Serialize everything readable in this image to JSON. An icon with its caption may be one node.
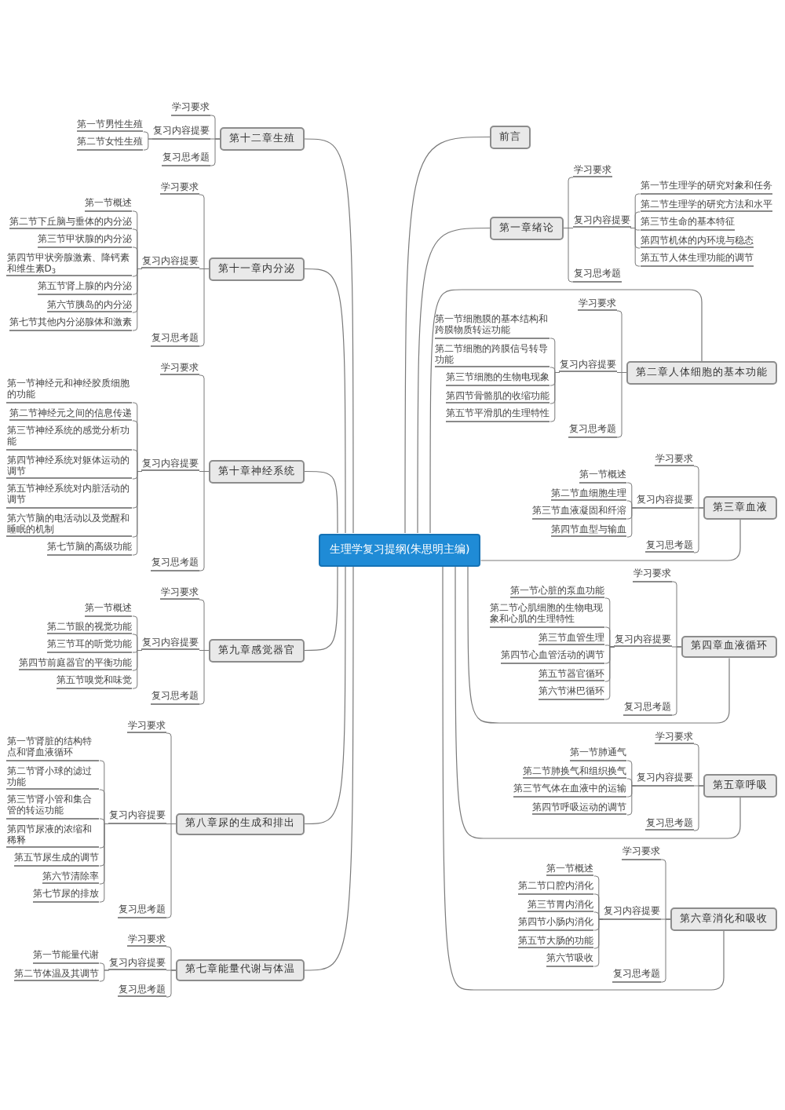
{
  "diagram": {
    "nodes": [
      {
        "text": [
          "生理学复习提纲(朱思明主编)"
        ]
      },
      {
        "text": [
          "前言"
        ]
      },
      {
        "text": [
          "第一章绪论"
        ]
      },
      {
        "text": [
          "学习要求"
        ]
      },
      {
        "text": [
          "复习内容提要"
        ]
      },
      {
        "text": [
          "第一节生理学的研究对象和任务"
        ]
      },
      {
        "text": [
          "第二节生理学的研究方法和水平"
        ]
      },
      {
        "text": [
          "第三节生命的基本特征"
        ]
      },
      {
        "text": [
          "第四节机体的内环境与稳态"
        ]
      },
      {
        "text": [
          "第五节人体生理功能的调节"
        ]
      },
      {
        "text": [
          "复习思考题"
        ]
      },
      {
        "text": [
          "第二章人体细胞的基本功能"
        ]
      },
      {
        "text": [
          "学习要求"
        ]
      },
      {
        "text": [
          "复习内容提要"
        ]
      },
      {
        "text": [
          "第一节细胞膜的基本结构和跨膜物质转运功能"
        ]
      },
      {
        "text": [
          "第二节细胞的跨膜信号转导功能"
        ]
      },
      {
        "text": [
          "第三节细胞的生物电现象"
        ]
      },
      {
        "text": [
          "第四节骨骼肌的收缩功能"
        ]
      },
      {
        "text": [
          "第五节平滑肌的生理特性"
        ]
      },
      {
        "text": [
          "复习思考题"
        ]
      },
      {
        "text": [
          "第三章血液"
        ]
      },
      {
        "text": [
          "学习要求"
        ]
      },
      {
        "text": [
          "复习内容提要"
        ]
      },
      {
        "text": [
          "第一节概述"
        ]
      },
      {
        "text": [
          "第二节血细胞生理"
        ]
      },
      {
        "text": [
          "第三节血液凝固和纤溶"
        ]
      },
      {
        "text": [
          "第四节血型与输血"
        ]
      },
      {
        "text": [
          "复习思考题"
        ]
      },
      {
        "text": [
          "第四章血液循环"
        ]
      },
      {
        "text": [
          "学习要求"
        ]
      },
      {
        "text": [
          "复习内容提要"
        ]
      },
      {
        "text": [
          "第一节心脏的泵血功能"
        ]
      },
      {
        "text": [
          "第二节心肌细胞的生物电现象和心肌的生理特性"
        ]
      },
      {
        "text": [
          "第三节血管生理"
        ]
      },
      {
        "text": [
          "第四节心血管活动的调节"
        ]
      },
      {
        "text": [
          "第五节器官循环"
        ]
      },
      {
        "text": [
          "第六节淋巴循环"
        ]
      },
      {
        "text": [
          "复习思考题"
        ]
      },
      {
        "text": [
          "第五章呼吸"
        ]
      },
      {
        "text": [
          "学习要求"
        ]
      },
      {
        "text": [
          "复习内容提要"
        ]
      },
      {
        "text": [
          "第一节肺通气"
        ]
      },
      {
        "text": [
          "第二节肺换气和组织换气"
        ]
      },
      {
        "text": [
          "第三节气体在血液中的运输"
        ]
      },
      {
        "text": [
          "第四节呼吸运动的调节"
        ]
      },
      {
        "text": [
          "复习思考题"
        ]
      },
      {
        "text": [
          "第六章消化和吸收"
        ]
      },
      {
        "text": [
          "学习要求"
        ]
      },
      {
        "text": [
          "复习内容提要"
        ]
      },
      {
        "text": [
          "第一节概述"
        ]
      },
      {
        "text": [
          "第二节口腔内消化"
        ]
      },
      {
        "text": [
          "第三节胃内消化"
        ]
      },
      {
        "text": [
          "第四节小肠内消化"
        ]
      },
      {
        "text": [
          "第五节大肠的功能"
        ]
      },
      {
        "text": [
          "第六节吸收"
        ]
      },
      {
        "text": [
          "复习思考题"
        ]
      },
      {
        "text": [
          "第七章能量代谢与体温"
        ]
      },
      {
        "text": [
          "学习要求"
        ]
      },
      {
        "text": [
          "复习内容提要"
        ]
      },
      {
        "text": [
          "第一节能量代谢"
        ]
      },
      {
        "text": [
          "第二节体温及其调节"
        ]
      },
      {
        "text": [
          "复习思考题"
        ]
      },
      {
        "text": [
          "第八章尿的生成和排出"
        ]
      },
      {
        "text": [
          "学习要求"
        ]
      },
      {
        "text": [
          "复习内容提要"
        ]
      },
      {
        "text": [
          "第一节肾脏的结构特点和肾血液循环"
        ]
      },
      {
        "text": [
          "第二节肾小球的滤过功能"
        ]
      },
      {
        "text": [
          "第三节肾小管和集合管的转运功能"
        ]
      },
      {
        "text": [
          "第四节尿液的浓缩和稀释"
        ]
      },
      {
        "text": [
          "第五节尿生成的调节"
        ]
      },
      {
        "text": [
          "第六节清除率"
        ]
      },
      {
        "text": [
          "第七节尿的排放"
        ]
      },
      {
        "text": [
          "复习思考题"
        ]
      },
      {
        "text": [
          "第九章感觉器官"
        ]
      },
      {
        "text": [
          "学习要求"
        ]
      },
      {
        "text": [
          "复习内容提要"
        ]
      },
      {
        "text": [
          "第一节概述"
        ]
      },
      {
        "text": [
          "第二节眼的视觉功能"
        ]
      },
      {
        "text": [
          "第三节耳的听觉功能"
        ]
      },
      {
        "text": [
          "第四节前庭器官的平衡功能"
        ]
      },
      {
        "text": [
          "第五节嗅觉和味觉"
        ]
      },
      {
        "text": [
          "复习思考题"
        ]
      },
      {
        "text": [
          "第十章神经系统"
        ]
      },
      {
        "text": [
          "学习要求"
        ]
      },
      {
        "text": [
          "复习内容提要"
        ]
      },
      {
        "text": [
          "第一节神经元和神经胶质细胞的功能"
        ]
      },
      {
        "text": [
          "第二节神经元之间的信息传递"
        ]
      },
      {
        "text": [
          "第三节神经系统的感觉分析功能"
        ]
      },
      {
        "text": [
          "第四节神经系统对躯体运动的调节"
        ]
      },
      {
        "text": [
          "第五节神经系统对内脏活动的调节"
        ]
      },
      {
        "text": [
          "第六节脑的电活动以及觉醒和睡眠的机制"
        ]
      },
      {
        "text": [
          "第七节脑的高级功能"
        ]
      },
      {
        "text": [
          "复习思考题"
        ]
      },
      {
        "text": [
          "第十一章内分泌"
        ]
      },
      {
        "text": [
          "学习要求"
        ]
      },
      {
        "text": [
          "复习内容提要"
        ]
      },
      {
        "text": [
          "第一节概述"
        ]
      },
      {
        "text": [
          "第二节下丘脑与垂体的内分泌"
        ]
      },
      {
        "text": [
          "第三节甲状腺的内分泌"
        ]
      },
      {
        "text": [
          "第四节甲状旁腺激素、降钙素和维生素D$_{3}$"
        ]
      },
      {
        "text": [
          "第五节肾上腺的内分泌"
        ]
      },
      {
        "text": [
          "第六节胰岛的内分泌"
        ]
      },
      {
        "text": [
          "第七节其他内分泌腺体和激素"
        ]
      },
      {
        "text": [
          "复习思考题"
        ]
      },
      {
        "text": [
          "第十二章生殖"
        ]
      },
      {
        "text": [
          "学习要求"
        ]
      },
      {
        "text": [
          "复习内容提要"
        ]
      },
      {
        "text": [
          "第一节男性生殖"
        ]
      },
      {
        "text": [
          "第二节女性生殖"
        ]
      },
      {
        "text": [
          "复习思考题"
        ]
      }
    ],
    "edges": [
      {
        "from": 0,
        "to": 1,
        "arrow": "none"
      },
      {
        "from": 0,
        "to": 2,
        "arrow": "none"
      },
      {
        "from": 2,
        "to": 3,
        "arrow": "none"
      },
      {
        "from": 2,
        "to": 4,
        "arrow": "none"
      },
      {
        "from": 4,
        "to": 5,
        "arrow": "none"
      },
      {
        "from": 4,
        "to": 6,
        "arrow": "none"
      },
      {
        "from": 4,
        "to": 7,
        "arrow": "none"
      },
      {
        "from": 4,
        "to": 8,
        "arrow": "none"
      },
      {
        "from": 4,
        "to": 9,
        "arrow": "none"
      },
      {
        "from": 2,
        "to": 10,
        "arrow": "none"
      },
      {
        "from": 0,
        "to": 11,
        "arrow": "none"
      },
      {
        "from": 11,
        "to": 12,
        "arrow": "none"
      },
      {
        "from": 11,
        "to": 13,
        "arrow": "none"
      },
      {
        "from": 13,
        "to": 14,
        "arrow": "none"
      },
      {
        "from": 13,
        "to": 15,
        "arrow": "none"
      },
      {
        "from": 13,
        "to": 16,
        "arrow": "none"
      },
      {
        "from": 13,
        "to": 17,
        "arrow": "none"
      },
      {
        "from": 13,
        "to": 18,
        "arrow": "none"
      },
      {
        "from": 11,
        "to": 19,
        "arrow": "none"
      },
      {
        "from": 0,
        "to": 20,
        "arrow": "none"
      },
      {
        "from": 20,
        "to": 21,
        "arrow": "none"
      },
      {
        "from": 20,
        "to": 22,
        "arrow": "none"
      },
      {
        "from": 22,
        "to": 23,
        "arrow": "none"
      },
      {
        "from": 22,
        "to": 24,
        "arrow": "none"
      },
      {
        "from": 22,
        "to": 25,
        "arrow": "none"
      },
      {
        "from": 22,
        "to": 26,
        "arrow": "none"
      },
      {
        "from": 20,
        "to": 27,
        "arrow": "none"
      },
      {
        "from": 0,
        "to": 28,
        "arrow": "none"
      },
      {
        "from": 28,
        "to": 29,
        "arrow": "none"
      },
      {
        "from": 28,
        "to": 30,
        "arrow": "none"
      },
      {
        "from": 30,
        "to": 31,
        "arrow": "none"
      },
      {
        "from": 30,
        "to": 32,
        "arrow": "none"
      },
      {
        "from": 30,
        "to": 33,
        "arrow": "none"
      },
      {
        "from": 30,
        "to": 34,
        "arrow": "none"
      },
      {
        "from": 30,
        "to": 35,
        "arrow": "none"
      },
      {
        "from": 30,
        "to": 36,
        "arrow": "none"
      },
      {
        "from": 28,
        "to": 37,
        "arrow": "none"
      },
      {
        "from": 0,
        "to": 38,
        "arrow": "none"
      },
      {
        "from": 38,
        "to": 39,
        "arrow": "none"
      },
      {
        "from": 38,
        "to": 40,
        "arrow": "none"
      },
      {
        "from": 40,
        "to": 41,
        "arrow": "none"
      },
      {
        "from": 40,
        "to": 42,
        "arrow": "none"
      },
      {
        "from": 40,
        "to": 43,
        "arrow": "none"
      },
      {
        "from": 40,
        "to": 44,
        "arrow": "none"
      },
      {
        "from": 38,
        "to": 45,
        "arrow": "none"
      },
      {
        "from": 0,
        "to": 46,
        "arrow": "none"
      },
      {
        "from": 46,
        "to": 47,
        "arrow": "none"
      },
      {
        "from": 46,
        "to": 48,
        "arrow": "none"
      },
      {
        "from": 48,
        "to": 49,
        "arrow": "none"
      },
      {
        "from": 48,
        "to": 50,
        "arrow": "none"
      },
      {
        "from": 48,
        "to": 51,
        "arrow": "none"
      },
      {
        "from": 48,
        "to": 52,
        "arrow": "none"
      },
      {
        "from": 48,
        "to": 53,
        "arrow": "none"
      },
      {
        "from": 48,
        "to": 54,
        "arrow": "none"
      },
      {
        "from": 46,
        "to": 55,
        "arrow": "none"
      },
      {
        "from": 0,
        "to": 56,
        "arrow": "none"
      },
      {
        "from": 56,
        "to": 57,
        "arrow": "none"
      },
      {
        "from": 56,
        "to": 58,
        "arrow": "none"
      },
      {
        "from": 58,
        "to": 59,
        "arrow": "none"
      },
      {
        "from": 58,
        "to": 60,
        "arrow": "none"
      },
      {
        "from": 56,
        "to": 61,
        "arrow": "none"
      },
      {
        "from": 0,
        "to": 62,
        "arrow": "none"
      },
      {
        "from": 62,
        "to": 63,
        "arrow": "none"
      },
      {
        "from": 62,
        "to": 64,
        "arrow": "none"
      },
      {
        "from": 64,
        "to": 65,
        "arrow": "none"
      },
      {
        "from": 64,
        "to": 66,
        "arrow": "none"
      },
      {
        "from": 64,
        "to": 67,
        "arrow": "none"
      },
      {
        "from": 64,
        "to": 68,
        "arrow": "none"
      },
      {
        "from": 64,
        "to": 69,
        "arrow": "none"
      },
      {
        "from": 64,
        "to": 70,
        "arrow": "none"
      },
      {
        "from": 64,
        "to": 71,
        "arrow": "none"
      },
      {
        "from": 62,
        "to": 72,
        "arrow": "none"
      },
      {
        "from": 0,
        "to": 73,
        "arrow": "none"
      },
      {
        "from": 73,
        "to": 74,
        "arrow": "none"
      },
      {
        "from": 73,
        "to": 75,
        "arrow": "none"
      },
      {
        "from": 75,
        "to": 76,
        "arrow": "none"
      },
      {
        "from": 75,
        "to": 77,
        "arrow": "none"
      },
      {
        "from": 75,
        "to": 78,
        "arrow": "none"
      },
      {
        "from": 75,
        "to": 79,
        "arrow": "none"
      },
      {
        "from": 75,
        "to": 80,
        "arrow": "none"
      },
      {
        "from": 73,
        "to": 81,
        "arrow": "none"
      },
      {
        "from": 0,
        "to": 82,
        "arrow": "none"
      },
      {
        "from": 82,
        "to": 83,
        "arrow": "none"
      },
      {
        "from": 82,
        "to": 84,
        "arrow": "none"
      },
      {
        "from": 84,
        "to": 85,
        "arrow": "none"
      },
      {
        "from": 84,
        "to": 86,
        "arrow": "none"
      },
      {
        "from": 84,
        "to": 87,
        "arrow": "none"
      },
      {
        "from": 84,
        "to": 88,
        "arrow": "none"
      },
      {
        "from": 84,
        "to": 89,
        "arrow": "none"
      },
      {
        "from": 84,
        "to": 90,
        "arrow": "none"
      },
      {
        "from": 84,
        "to": 91,
        "arrow": "none"
      },
      {
        "from": 82,
        "to": 92,
        "arrow": "none"
      },
      {
        "from": 0,
        "to": 93,
        "arrow": "none"
      },
      {
        "from": 93,
        "to": 94,
        "arrow": "none"
      },
      {
        "from": 93,
        "to": 95,
        "arrow": "none"
      },
      {
        "from": 95,
        "to": 96,
        "arrow": "none"
      },
      {
        "from": 95,
        "to": 97,
        "arrow": "none"
      },
      {
        "from": 95,
        "to": 98,
        "arrow": "none"
      },
      {
        "from": 95,
        "to": 99,
        "arrow": "none"
      },
      {
        "from": 95,
        "to": 100,
        "arrow": "none"
      },
      {
        "from": 95,
        "to": 101,
        "arrow": "none"
      },
      {
        "from": 95,
        "to": 102,
        "arrow": "none"
      },
      {
        "from": 93,
        "to": 103,
        "arrow": "none"
      },
      {
        "from": 0,
        "to": 104,
        "arrow": "none"
      },
      {
        "from": 104,
        "to": 105,
        "arrow": "none"
      },
      {
        "from": 104,
        "to": 106,
        "arrow": "none"
      },
      {
        "from": 106,
        "to": 107,
        "arrow": "none"
      },
      {
        "from": 106,
        "to": 108,
        "arrow": "none"
      },
      {
        "from": 104,
        "to": 109,
        "arrow": "none"
      }
    ]
  }
}
